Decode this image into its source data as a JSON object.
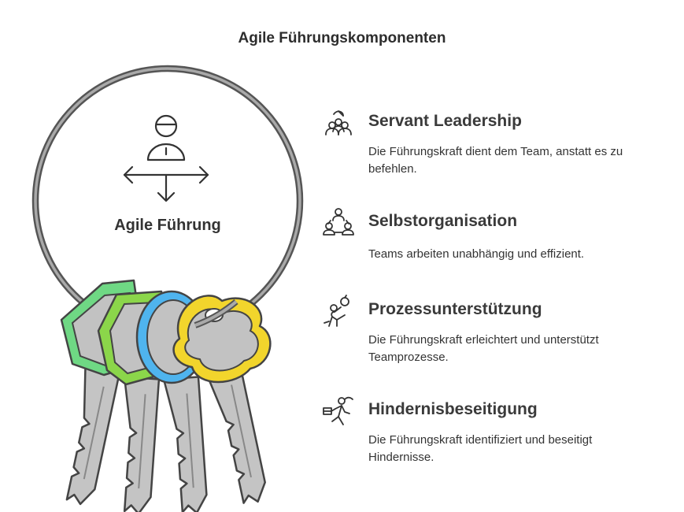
{
  "title": "Agile Führungskomponenten",
  "center": {
    "label": "Agile Führung",
    "icon": "person-directions-icon"
  },
  "colors": {
    "key_green": "#6FD884",
    "key_lime": "#8BD64A",
    "key_blue": "#4FB4EE",
    "key_yellow": "#F2D52C",
    "key_gray": "#BDBDBD",
    "ring": "#A9A9A9"
  },
  "items": [
    {
      "heading": "Servant Leadership",
      "description": "Die Führungskraft dient dem Team, anstatt es zu befehlen.",
      "icon": "servant-leader-icon"
    },
    {
      "heading": "Selbstorganisation",
      "description": "Teams arbeiten unabhängig und effizient.",
      "icon": "self-organizing-team-icon"
    },
    {
      "heading": "Prozessunterstützung",
      "description": "Die Führungskraft erleichtert und unterstützt Teamprozesse.",
      "icon": "process-support-icon"
    },
    {
      "heading": "Hindernisbeseitigung",
      "description": "Die Führungskraft identifiziert und beseitigt Hindernisse.",
      "icon": "obstacle-removal-icon"
    }
  ]
}
